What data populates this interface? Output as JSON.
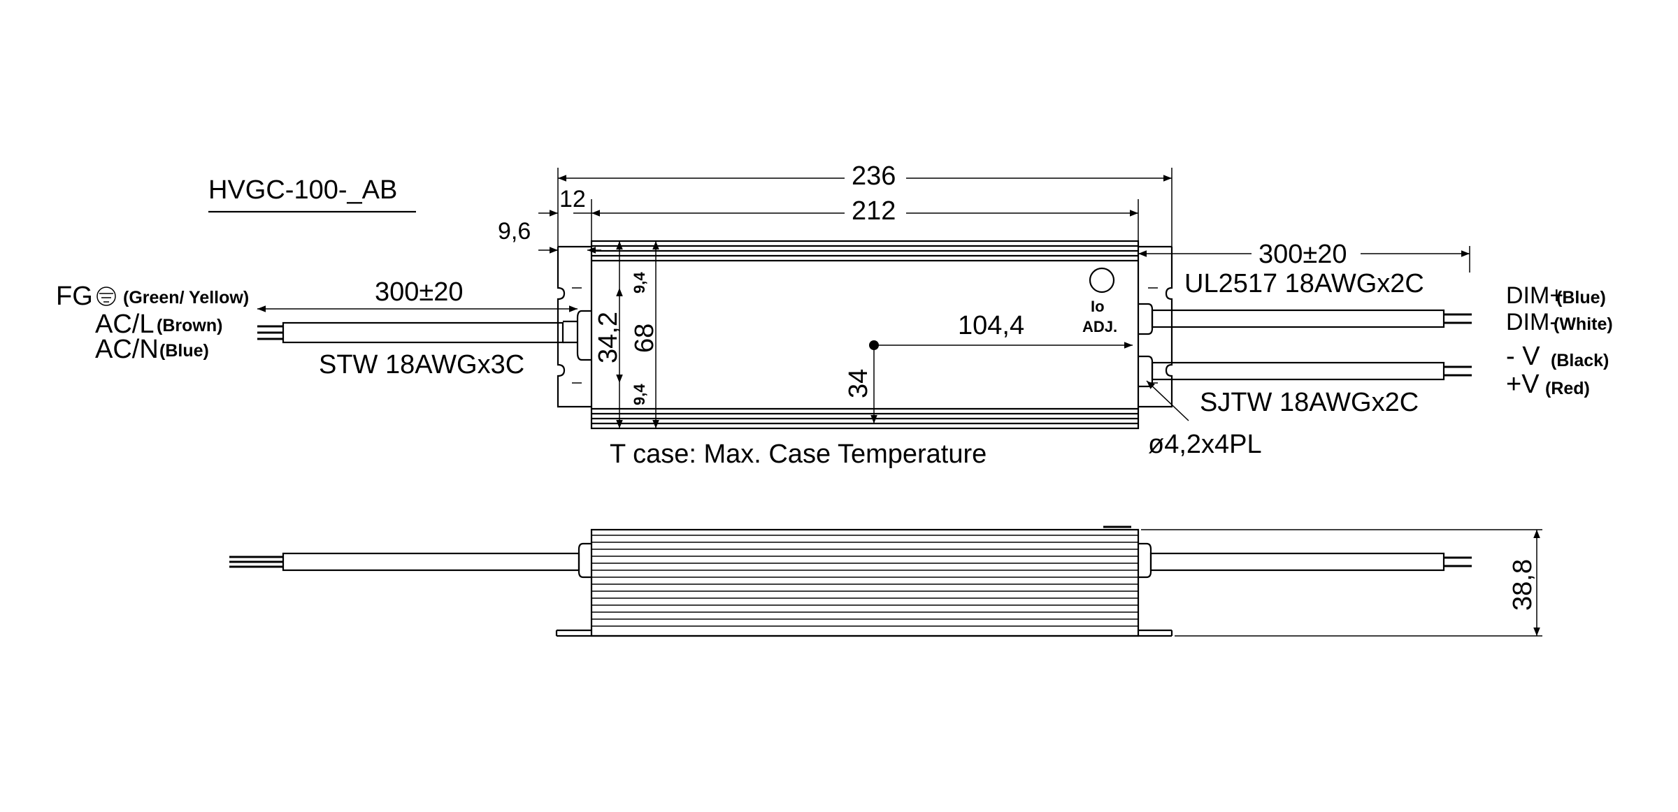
{
  "model": "HVGC-100-_AB",
  "colors": {
    "line": "#000000",
    "background": "#ffffff"
  },
  "dimensions": {
    "overall_length": "236",
    "body_length": "212",
    "flange": "12",
    "flange_offset": "9,6",
    "body_width": "68",
    "slot_span": "34,2",
    "slot_offset_top": "9,4",
    "slot_offset_bottom": "9,4",
    "tc_x": "104,4",
    "tc_y": "34",
    "height": "38,8",
    "hole": "ø4,2x4PL"
  },
  "input": {
    "cable_length": "300±20",
    "cable_spec": "STW 18AWGx3C",
    "fg_label": "FG",
    "fg_color": "(Green/ Yellow)",
    "acl_label": "AC/L",
    "acl_color": "(Brown)",
    "acn_label": "AC/N",
    "acn_color": "(Blue)"
  },
  "output": {
    "cable_length": "300±20",
    "dim_cable_spec": "UL2517 18AWGx2C",
    "out_cable_spec": "SJTW 18AWGx2C",
    "dimp_label": "DIM+",
    "dimp_color": "(Blue)",
    "dimn_label": "DIM-",
    "dimn_color": "(White)",
    "vneg_label": "- V",
    "vneg_color": "(Black)",
    "vpos_label": "+V",
    "vpos_color": "(Red)"
  },
  "adjust": {
    "io": "Io",
    "adj": "ADJ."
  },
  "note": "T case: Max. Case Temperature"
}
